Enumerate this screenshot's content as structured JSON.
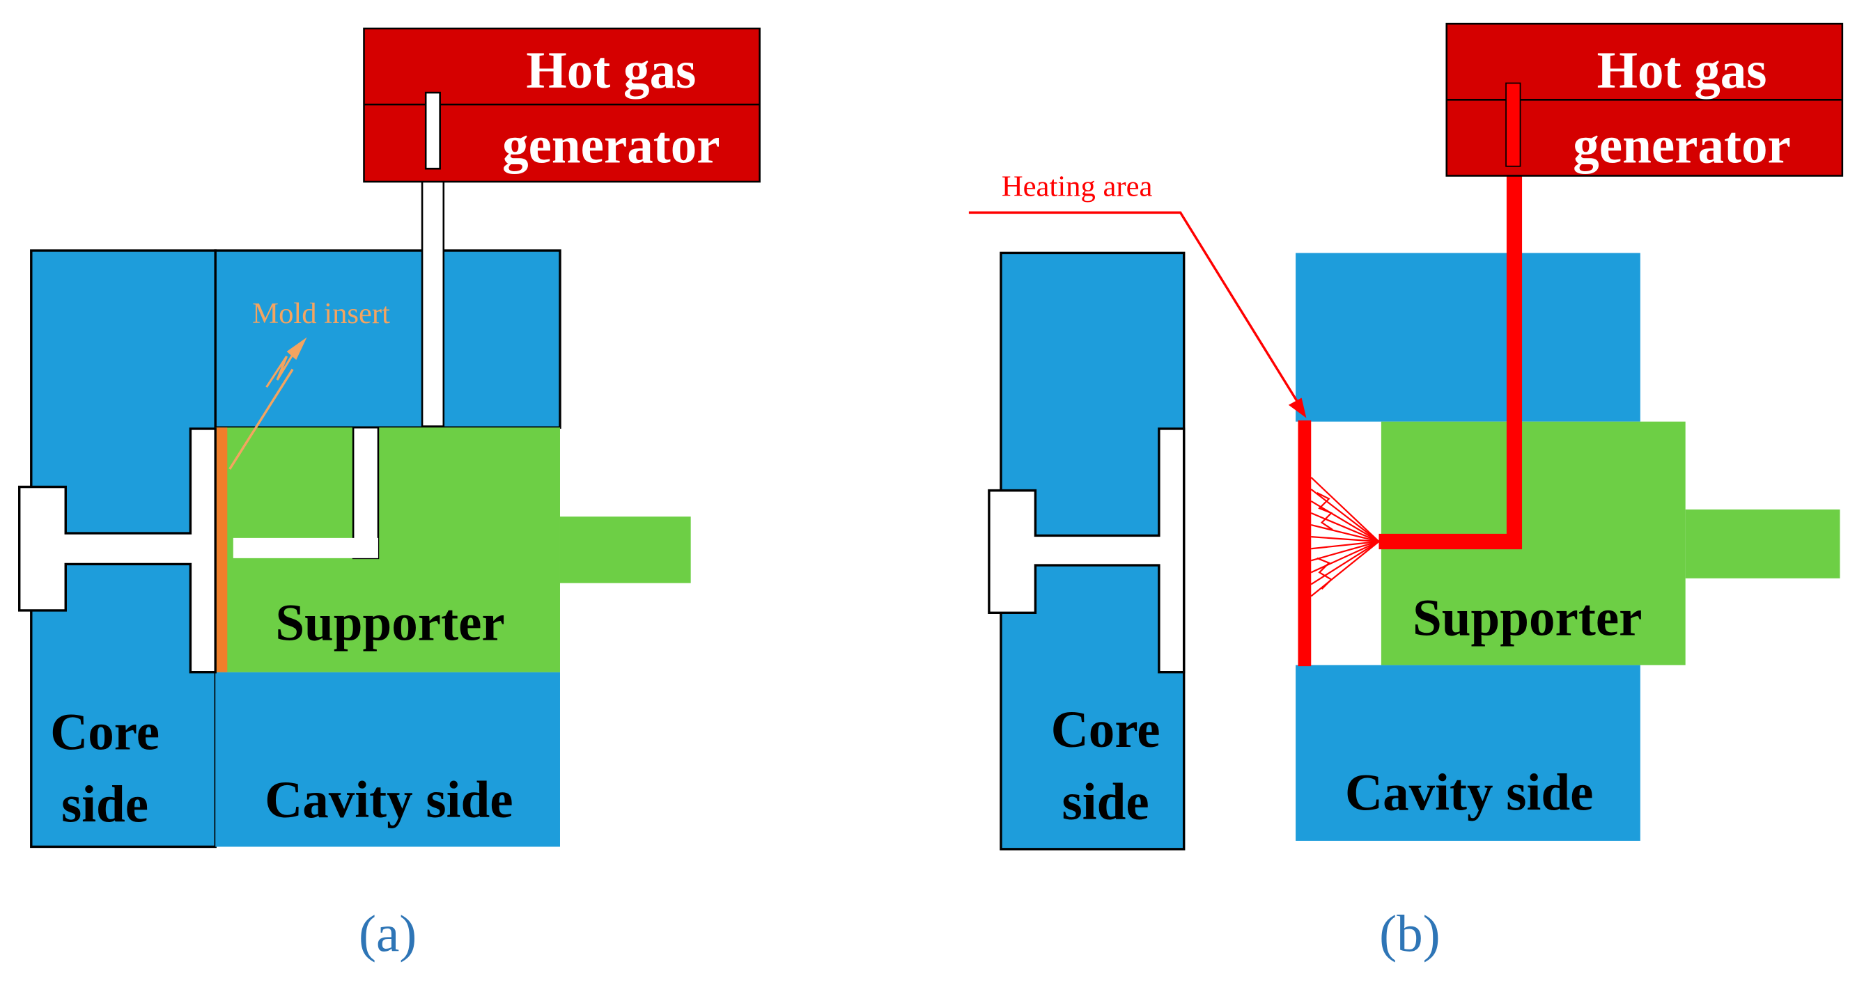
{
  "colors": {
    "mold_blue": "#1e9ddb",
    "supporter_green": "#6dcf45",
    "generator_red": "#d50000",
    "heating_red": "#ff0000",
    "insert_orange": "#f07f2a",
    "caption_blue": "#2e75b6",
    "outline": "#000000"
  },
  "panel_a": {
    "generator_line1": "Hot gas",
    "generator_line2": "generator",
    "mold_insert_label": "Mold insert",
    "supporter_label": "Supporter",
    "core_line1": "Core",
    "core_line2": "side",
    "cavity_label": "Cavity side",
    "caption": "(a)"
  },
  "panel_b": {
    "generator_line1": "Hot gas",
    "generator_line2": "generator",
    "heating_area_label": "Heating area",
    "supporter_label": "Supporter",
    "core_line1": "Core",
    "core_line2": "side",
    "cavity_label": "Cavity side",
    "caption": "(b)"
  }
}
